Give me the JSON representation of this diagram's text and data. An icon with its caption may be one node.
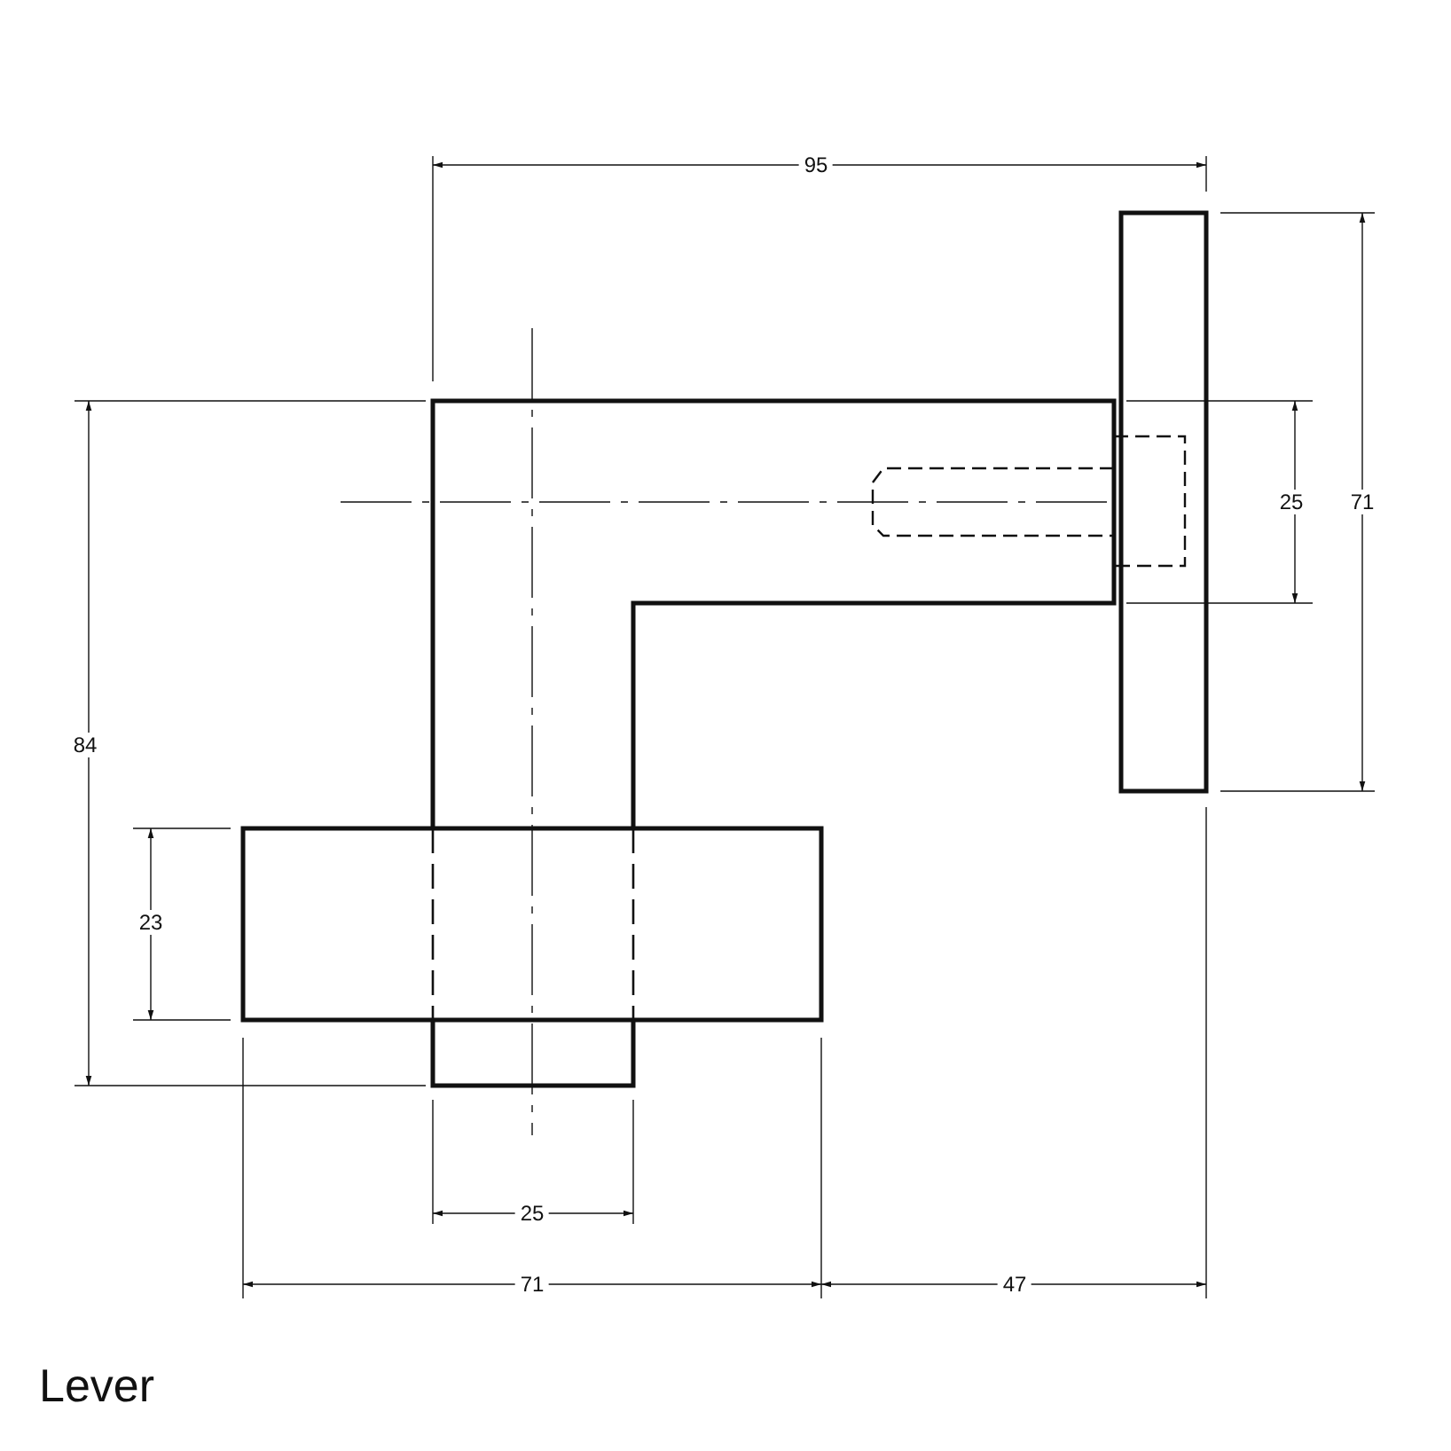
{
  "diagram": {
    "caption": "Lever",
    "labels": [
      "95",
      "25",
      "71",
      "84",
      "23",
      "25",
      "71",
      "47"
    ]
  }
}
